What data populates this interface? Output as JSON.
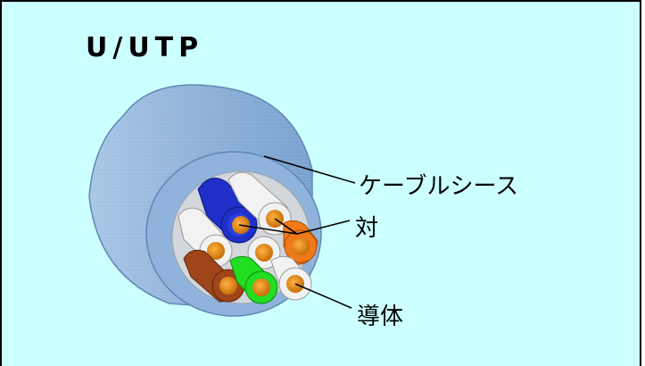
{
  "diagram": {
    "title": "U/UTP",
    "labels": {
      "sheath": "ケーブルシース",
      "pair": "対",
      "conductor": "導体"
    }
  },
  "colors": {
    "background": "#ccffff",
    "sheath": "#8db0d6",
    "blue_pair": "#1f2fc8",
    "orange_pair": "#f07a1a",
    "green_pair": "#22dd22",
    "brown_pair": "#a0451a",
    "white_insulation": "#f2f2f2",
    "copper": "#e08a10"
  }
}
